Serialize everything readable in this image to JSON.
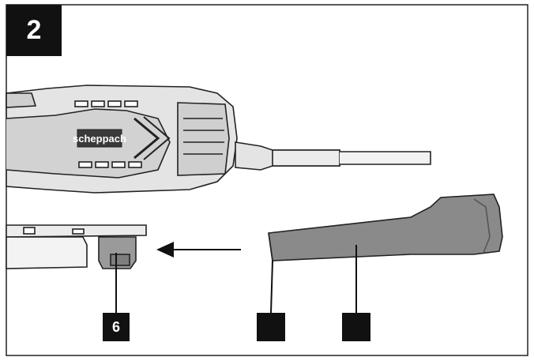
{
  "figure": {
    "step_number": "2",
    "callouts": {
      "part_6": "6",
      "part_a": "",
      "part_b": ""
    },
    "logo_text": "scheppach"
  },
  "colors": {
    "line": "#222222",
    "nozzle_fill": "#8a8a8a",
    "tool_fill": "#e4e4e4",
    "badge": "#111111"
  }
}
